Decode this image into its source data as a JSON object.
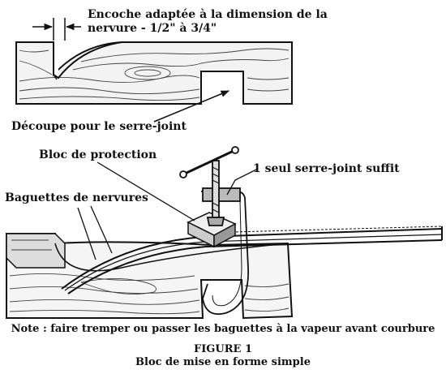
{
  "labels": {
    "notch_line1": "Encoche adaptée à la dimension de la",
    "notch_line2": "nervure - 1/2\" à 3/4\"",
    "clamp_cutout": "Découpe pour le serre-joint",
    "protection_block": "Bloc de protection",
    "one_clamp": "1 seul serre-joint suffit",
    "rib_strips": "Baguettes de nervures"
  },
  "note": "Note : faire tremper ou passer les baguettes à la vapeur avant courbure",
  "caption": {
    "title": "FIGURE 1",
    "subtitle": "Bloc de mise en forme simple"
  }
}
